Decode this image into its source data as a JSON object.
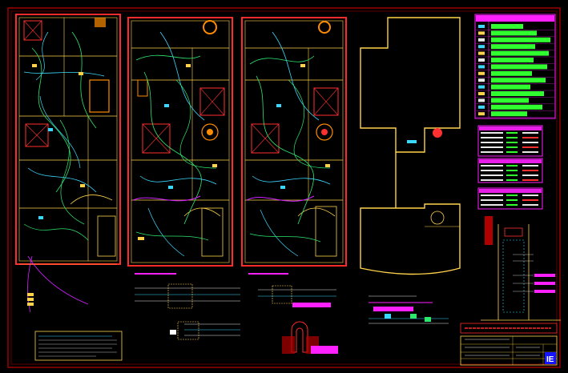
{
  "drawing": {
    "title_block_label": "IE",
    "plan_captions": [
      "",
      "",
      "",
      ""
    ],
    "legend_title": "",
    "tables": [
      {
        "title": "",
        "rows": 5
      },
      {
        "title": "",
        "rows": 4
      },
      {
        "title": "",
        "rows": 3
      }
    ],
    "colors": {
      "frame": "#c00000",
      "walls": "#ff2020",
      "outline": "#ffd24a",
      "circuit_green": "#2ee86e",
      "circuit_cyan": "#3ad8ff",
      "circuit_magenta": "#d020ff",
      "label_magenta": "#ff20ff",
      "legend_green": "#30ff30",
      "title_block": "#1414ff"
    }
  }
}
